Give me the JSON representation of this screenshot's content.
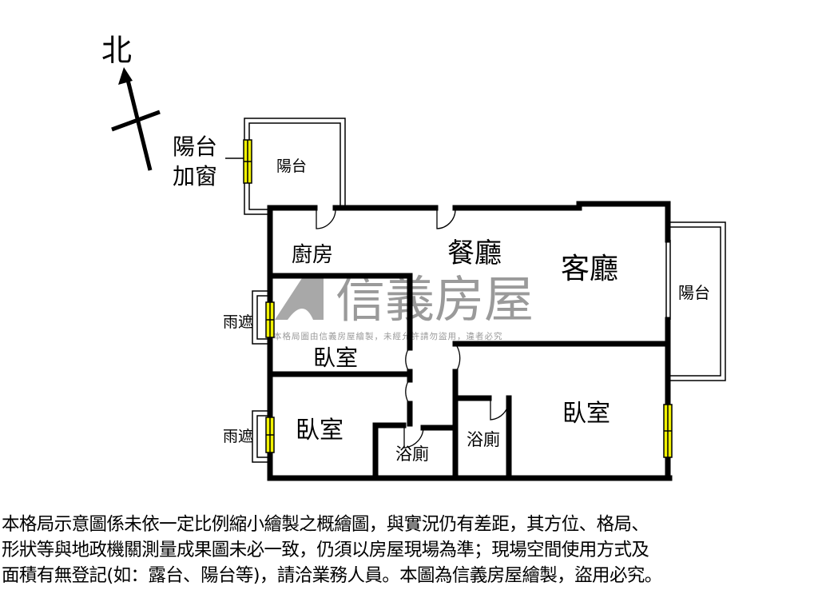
{
  "compass": {
    "north_label": "北"
  },
  "rooms": {
    "balcony_top": "陽台",
    "balcony_window_line1": "陽台",
    "balcony_window_line2": "加窗",
    "kitchen": "廚房",
    "dining": "餐廳",
    "living": "客廳",
    "balcony_right": "陽台",
    "bedroom_nw": "臥室",
    "bedroom_sw": "臥室",
    "bedroom_se": "臥室",
    "bath_1": "浴廁",
    "bath_2": "浴廁",
    "rain_shelter_1": "雨遮",
    "rain_shelter_2": "雨遮"
  },
  "watermark": {
    "brand": "信義房屋",
    "notice": "本格局圖由信義房屋繪製，未經允許請勿盜用，違者必究"
  },
  "disclaimer": {
    "lines": [
      "本格局示意圖係未依一定比例縮小繪製之概繪圖，與實況仍有差距，其方位、格局、",
      "形狀等與地政機關測量成果圖未必一致，仍須以房屋現場為準；現場空間使用方式及",
      "面積有無登記(如：露台、陽台等)，請洽業務人員。本圖為信義房屋繪製，盜用必究。"
    ]
  },
  "colors": {
    "wall": "#000000",
    "window": "#f2f200",
    "watermark": "#9a9a9a"
  }
}
